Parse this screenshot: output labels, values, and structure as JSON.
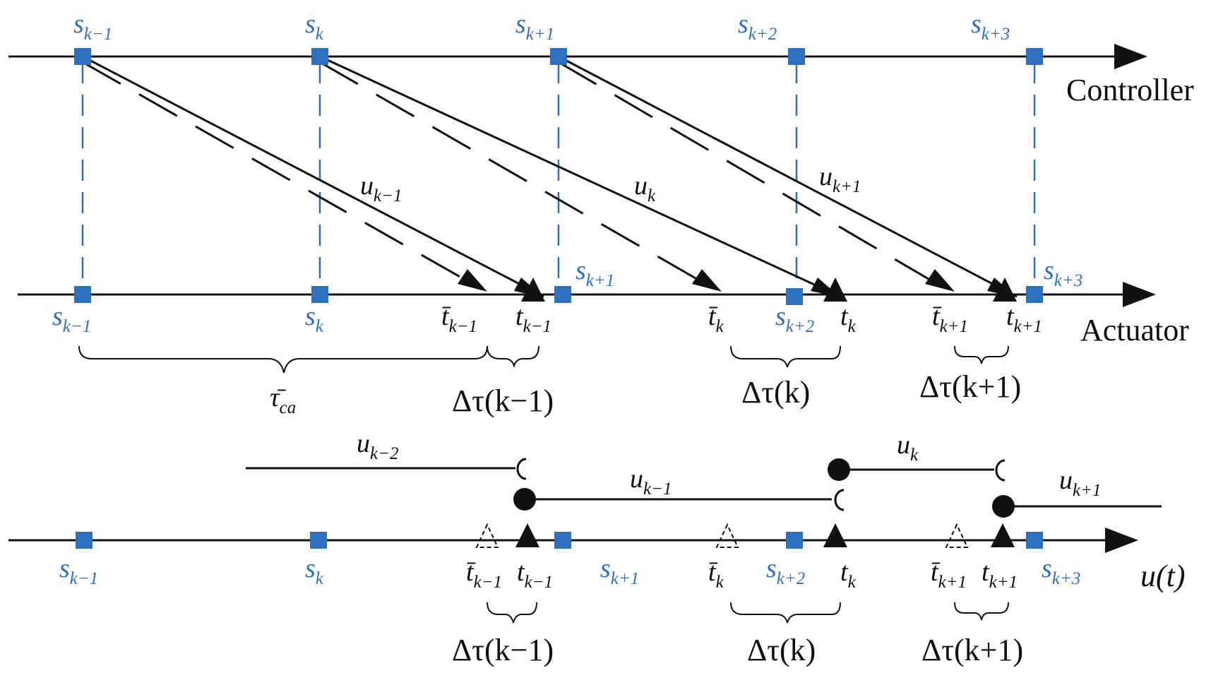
{
  "colors": {
    "sample": "#2f6fbf",
    "line": "#111111"
  },
  "lines": {
    "controller": "Controller",
    "actuator": "Actuator",
    "output": "u(t)"
  },
  "controller_samples": [
    {
      "base": "s",
      "sub": "k−1"
    },
    {
      "base": "s",
      "sub": "k"
    },
    {
      "base": "s",
      "sub": "k+1"
    },
    {
      "base": "s",
      "sub": "k+2"
    },
    {
      "base": "s",
      "sub": "k+3"
    }
  ],
  "actuator_samples": [
    {
      "base": "s",
      "sub": "k−1"
    },
    {
      "base": "s",
      "sub": "k"
    },
    {
      "base": "s",
      "sub": "k+1"
    },
    {
      "base": "s",
      "sub": "k+2"
    },
    {
      "base": "s",
      "sub": "k+3"
    }
  ],
  "signals": [
    {
      "base": "u",
      "sub": "k−1"
    },
    {
      "base": "u",
      "sub": "k"
    },
    {
      "base": "u",
      "sub": "k+1"
    }
  ],
  "arrival_times": [
    {
      "nominal": {
        "base": "t̄",
        "sub": "k−1"
      },
      "actual": {
        "base": "t",
        "sub": "k−1"
      },
      "delta": "Δτ(k−1)"
    },
    {
      "nominal": {
        "base": "t̄",
        "sub": "k"
      },
      "actual": {
        "base": "t",
        "sub": "k"
      },
      "delta": "Δτ(k)"
    },
    {
      "nominal": {
        "base": "t̄",
        "sub": "k+1"
      },
      "actual": {
        "base": "t",
        "sub": "k+1"
      },
      "delta": "Δτ(k+1)"
    }
  ],
  "tau_ca": {
    "base": "τ̄",
    "sub": "ca"
  },
  "held_signals": [
    {
      "base": "u",
      "sub": "k−2"
    },
    {
      "base": "u",
      "sub": "k−1"
    },
    {
      "base": "u",
      "sub": "k"
    },
    {
      "base": "u",
      "sub": "k+1"
    }
  ],
  "output_samples": [
    {
      "base": "s",
      "sub": "k−1"
    },
    {
      "base": "s",
      "sub": "k"
    },
    {
      "base": "s",
      "sub": "k+1"
    },
    {
      "base": "s",
      "sub": "k+2"
    },
    {
      "base": "s",
      "sub": "k+3"
    }
  ]
}
